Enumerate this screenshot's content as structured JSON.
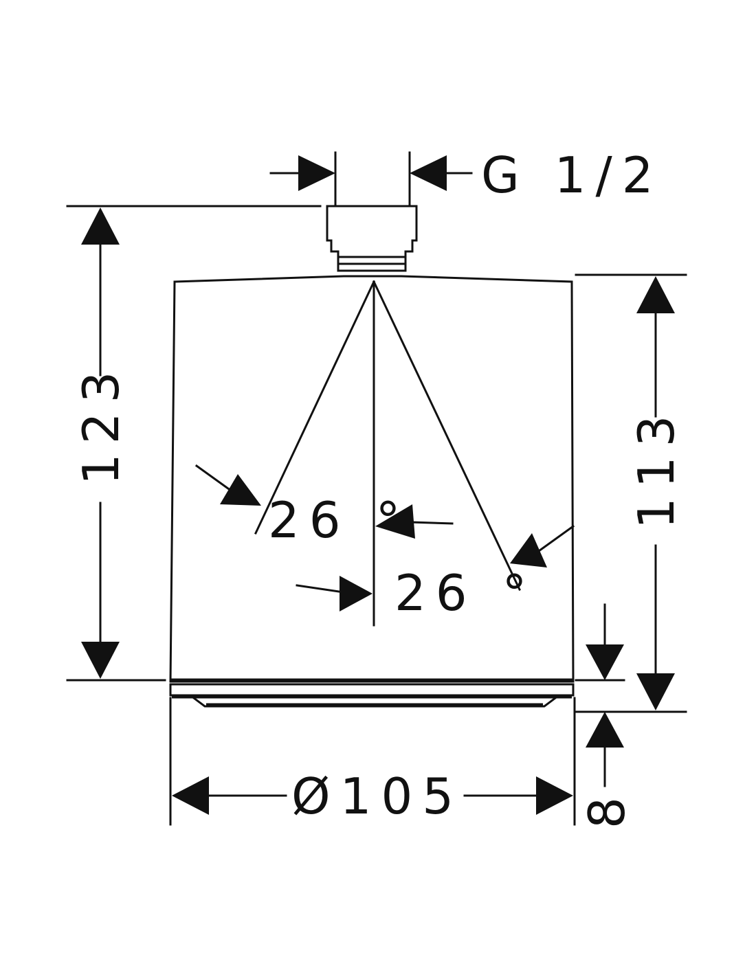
{
  "diagram": {
    "labels": {
      "thread": "G 1/2",
      "total_height": "123",
      "body_height": "113",
      "angle_left": "26 °",
      "angle_right": "26 °",
      "diameter": "Ø105",
      "face_thickness": "8"
    }
  }
}
